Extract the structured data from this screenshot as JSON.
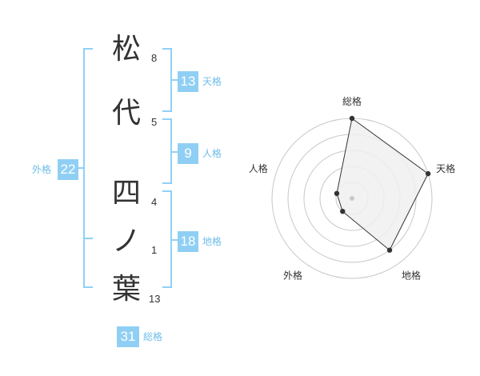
{
  "name": {
    "surname": [
      {
        "char": "松",
        "strokes": "8"
      },
      {
        "char": "代",
        "strokes": "5"
      }
    ],
    "given": [
      {
        "char": "四",
        "strokes": "4"
      },
      {
        "char": "ノ",
        "strokes": "1"
      },
      {
        "char": "葉",
        "strokes": "13"
      }
    ]
  },
  "fortunes": {
    "tenkaku": {
      "label": "天格",
      "value": "13"
    },
    "jinkaku": {
      "label": "人格",
      "value": "9"
    },
    "chikaku": {
      "label": "地格",
      "value": "18"
    },
    "gaikaku": {
      "label": "外格",
      "value": "22"
    },
    "soukaku": {
      "label": "総格",
      "value": "31"
    }
  },
  "chart_data": {
    "type": "radar",
    "axes": [
      "総格",
      "天格",
      "地格",
      "外格",
      "人格"
    ],
    "values": [
      5,
      5,
      4,
      1,
      1
    ],
    "rmax": 5,
    "rings": 5,
    "colors": {
      "fill": "#f0f0f0",
      "stroke": "#333333",
      "grid": "#c8c8c8",
      "point": "#333333"
    }
  }
}
